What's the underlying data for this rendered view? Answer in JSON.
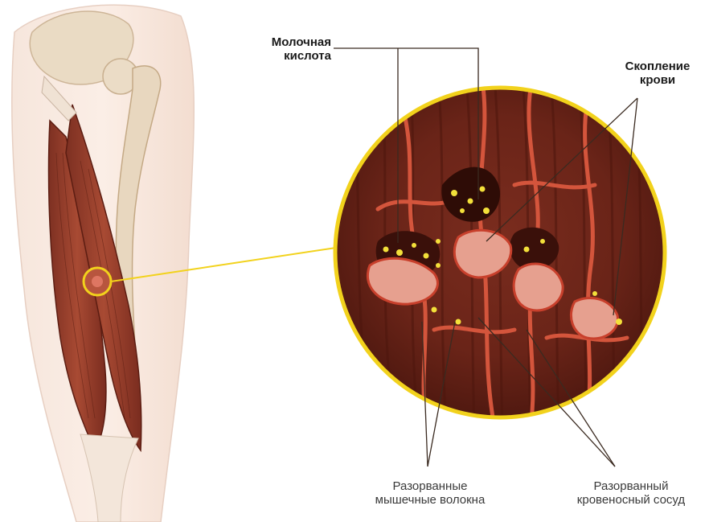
{
  "labels": {
    "lactic_acid": [
      "Молочная",
      "кислота"
    ],
    "blood_accumulation": [
      "Скопление",
      "крови"
    ],
    "torn_fibers": [
      "Разорванные",
      "мышечные волокна"
    ],
    "torn_vessel": [
      "Разорванный",
      "кровеносный сосуд"
    ]
  },
  "colors": {
    "leader_line": "#3a2a20",
    "callout_ring": "#f2d21c",
    "muscle": "#9a3f2a",
    "vessel": "#d4553c",
    "bone": "#eadbc4",
    "lactic_acid_dots": "#f3e03a"
  }
}
